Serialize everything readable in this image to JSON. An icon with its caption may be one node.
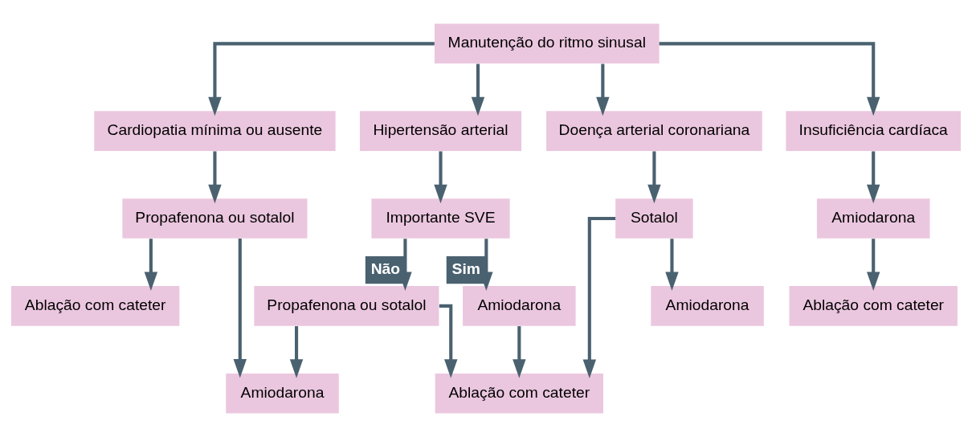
{
  "diagram": {
    "nodes": [
      {
        "text": [
          "Manutenção do ritmo sinusal"
        ]
      },
      {
        "text": [
          "Cardiopatia mínima ou ausente"
        ]
      },
      {
        "text": [
          "Hipertensão arterial"
        ]
      },
      {
        "text": [
          "Doença arterial coronariana"
        ]
      },
      {
        "text": [
          "Insuficiência cardíaca"
        ]
      },
      {
        "text": [
          "Propafenona ou sotalol"
        ]
      },
      {
        "text": [
          "Importante SVE"
        ]
      },
      {
        "text": [
          "Sotalol"
        ]
      },
      {
        "text": [
          "Amiodarona"
        ]
      },
      {
        "text": [
          "Propafenona ou sotalol"
        ]
      },
      {
        "text": [
          "Amiodarona"
        ]
      },
      {
        "text": [
          "Ablação com cateter"
        ]
      },
      {
        "text": [
          "Ablação com cateter"
        ]
      },
      {
        "text": [
          "Amiodarona"
        ]
      },
      {
        "text": [
          "Ablação com cateter"
        ]
      },
      {
        "text": [
          "Amiodarona"
        ]
      }
    ],
    "edges": [
      {
        "from": 0,
        "to": 1,
        "arrow": "to"
      },
      {
        "from": 0,
        "to": 2,
        "arrow": "to"
      },
      {
        "from": 0,
        "to": 3,
        "arrow": "to"
      },
      {
        "from": 0,
        "to": 4,
        "arrow": "to"
      },
      {
        "from": 1,
        "to": 5,
        "arrow": "to"
      },
      {
        "from": 2,
        "to": 6,
        "arrow": "to"
      },
      {
        "from": 3,
        "to": 7,
        "arrow": "to"
      },
      {
        "from": 4,
        "to": 8,
        "arrow": "to"
      },
      {
        "from": 5,
        "to": 12,
        "arrow": "to"
      },
      {
        "from": 5,
        "to": 13,
        "arrow": "to"
      },
      {
        "from": 6,
        "to": 9,
        "arrow": "to",
        "label": "Não"
      },
      {
        "from": 6,
        "to": 10,
        "arrow": "to",
        "label": "Sim"
      },
      {
        "from": 7,
        "to": 14,
        "arrow": "to"
      },
      {
        "from": 7,
        "to": 15,
        "arrow": "to"
      },
      {
        "from": 8,
        "to": 11,
        "arrow": "to"
      },
      {
        "from": 9,
        "to": 13,
        "arrow": "to"
      },
      {
        "from": 9,
        "to": 14,
        "arrow": "to"
      },
      {
        "from": 10,
        "to": 14,
        "arrow": "to"
      }
    ]
  }
}
